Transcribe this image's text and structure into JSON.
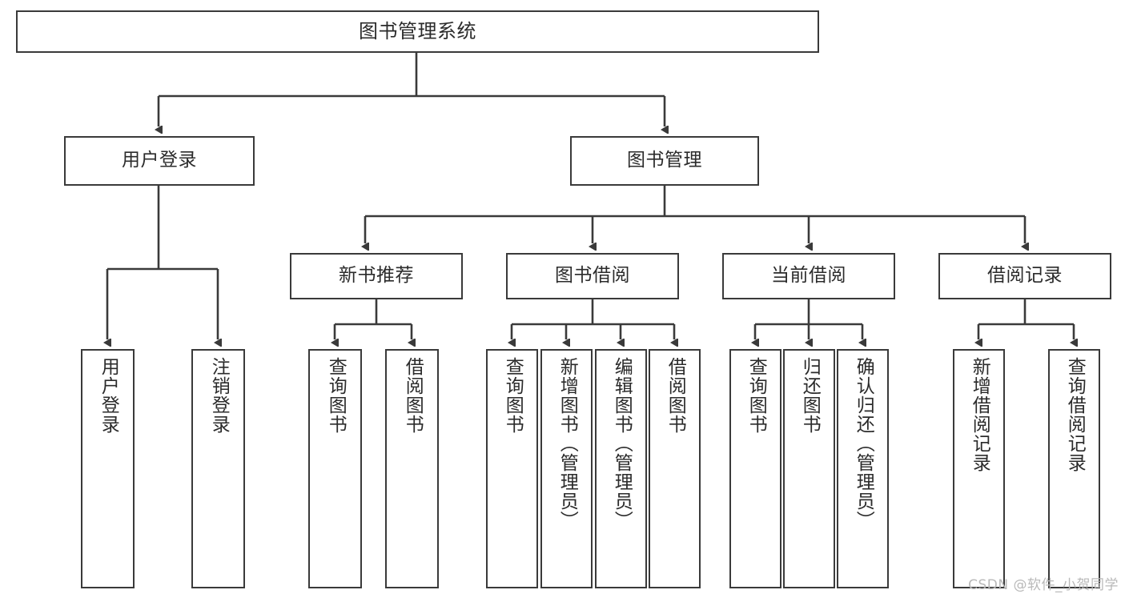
{
  "diagram": {
    "title": "图书管理系统",
    "type": "tree",
    "colors": {
      "node_border": "#3a3a3a",
      "node_fill": "#ffffff",
      "edge": "#3a3a3a",
      "text": "#2b2b2b",
      "background": "#ffffff",
      "watermark": "#b9b9b9"
    },
    "watermark": "CSDN @软件_小贺同学",
    "nodes": {
      "root": {
        "label": "图书管理系统"
      },
      "level2": [
        {
          "id": "user-login",
          "label": "用户登录"
        },
        {
          "id": "book-manage",
          "label": "图书管理"
        }
      ],
      "level3": [
        {
          "id": "new-book-recommend",
          "label": "新书推荐"
        },
        {
          "id": "book-borrow",
          "label": "图书借阅"
        },
        {
          "id": "current-borrow",
          "label": "当前借阅"
        },
        {
          "id": "borrow-record",
          "label": "借阅记录"
        }
      ],
      "leaves": {
        "user-login": [
          {
            "id": "leaf-user-login",
            "label": "用户登录"
          },
          {
            "id": "leaf-logout-login",
            "label": "注销登录"
          }
        ],
        "new-book-recommend": [
          {
            "id": "leaf-query-book-1",
            "label": "查询图书"
          },
          {
            "id": "leaf-borrow-book-1",
            "label": "借阅图书"
          }
        ],
        "book-borrow": [
          {
            "id": "leaf-query-book-2",
            "label": "查询图书"
          },
          {
            "id": "leaf-add-book",
            "label": "新增图书（管理员）"
          },
          {
            "id": "leaf-edit-book",
            "label": "编辑图书（管理员）"
          },
          {
            "id": "leaf-borrow-book-2",
            "label": "借阅图书"
          }
        ],
        "current-borrow": [
          {
            "id": "leaf-query-book-3",
            "label": "查询图书"
          },
          {
            "id": "leaf-return-book",
            "label": "归还图书"
          },
          {
            "id": "leaf-confirm-return",
            "label": "确认归还（管理员）"
          }
        ],
        "borrow-record": [
          {
            "id": "leaf-add-record",
            "label": "新增借阅记录"
          },
          {
            "id": "leaf-query-record",
            "label": "查询借阅记录"
          }
        ]
      }
    }
  }
}
